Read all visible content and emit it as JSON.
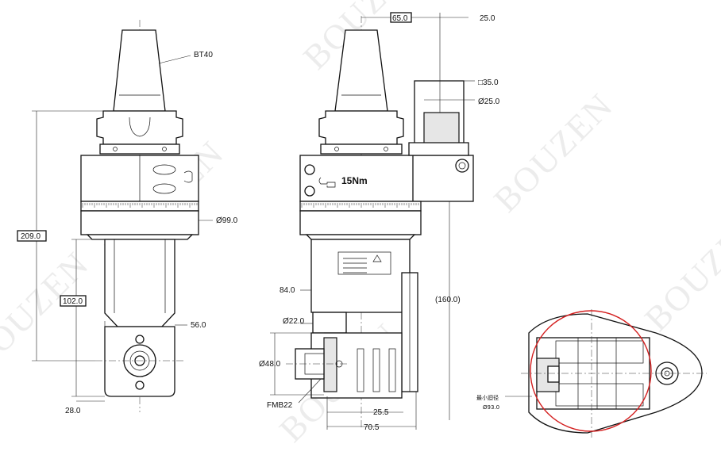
{
  "watermark": "BOUZEN",
  "left_view": {
    "label_bt40": "BT40",
    "dim_total_height": "209.0",
    "dim_lower": "102.0",
    "dim_diameter": "Ø99.0",
    "dim_width": "56.0",
    "dim_offset": "28.0"
  },
  "middle_view": {
    "dim_top_offset": "65.0",
    "dim_right": "25.0",
    "dim_square": "□35.0",
    "dim_dia25": "Ø25.0",
    "torque_label": "15Nm",
    "dim_84": "84.0",
    "dim_160": "(160.0)",
    "dim_dia22": "Ø22.0",
    "dim_dia48": "Ø48.0",
    "label_fmb": "FMB22",
    "dim_25_5": "25.5",
    "dim_70_5": "70.5"
  },
  "right_view": {
    "min_radius_label": "最小迴径",
    "min_radius_value": "Ø93.0"
  }
}
